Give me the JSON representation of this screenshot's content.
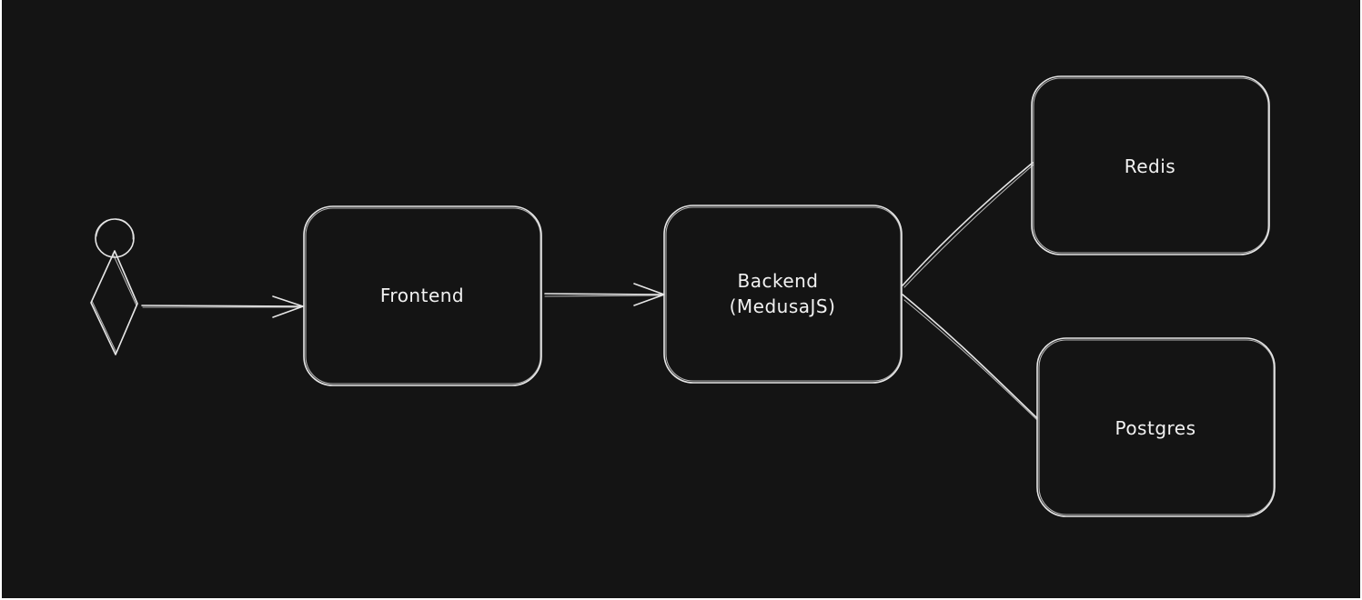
{
  "diagram": {
    "nodes": [
      {
        "id": "user",
        "shape": "actor",
        "label": ""
      },
      {
        "id": "frontend",
        "shape": "rounded-rect",
        "label": "Frontend"
      },
      {
        "id": "backend",
        "shape": "rounded-rect",
        "label_line1": "Backend",
        "label_line2": "(MedusaJS)"
      },
      {
        "id": "redis",
        "shape": "rounded-rect",
        "label": "Redis"
      },
      {
        "id": "postgres",
        "shape": "rounded-rect",
        "label": "Postgres"
      }
    ],
    "edges": [
      {
        "from": "user",
        "to": "frontend",
        "style": "arrow"
      },
      {
        "from": "frontend",
        "to": "backend",
        "style": "arrow"
      },
      {
        "from": "backend",
        "to": "redis",
        "style": "line"
      },
      {
        "from": "backend",
        "to": "postgres",
        "style": "line"
      }
    ],
    "colors": {
      "background": "#141414",
      "stroke": "#e6e6e6",
      "text": "#f2f2f2"
    }
  }
}
